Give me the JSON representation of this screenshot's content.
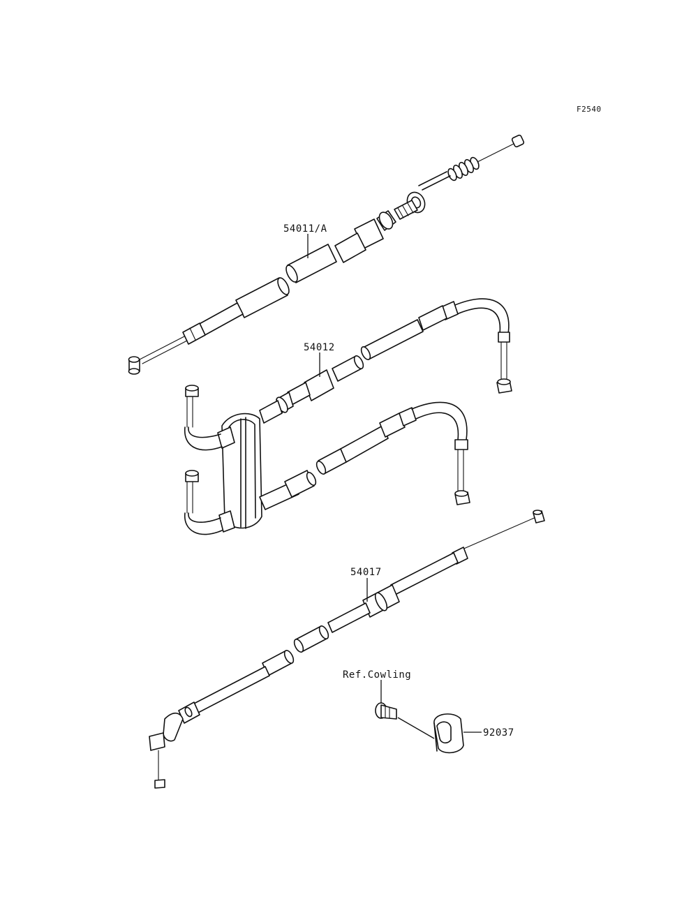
{
  "figure_code": "F2540",
  "callouts": {
    "part_54011A": "54011/A",
    "part_54012": "54012",
    "part_54017": "54017",
    "ref_cowling": "Ref.Cowling",
    "part_92037": "92037"
  }
}
